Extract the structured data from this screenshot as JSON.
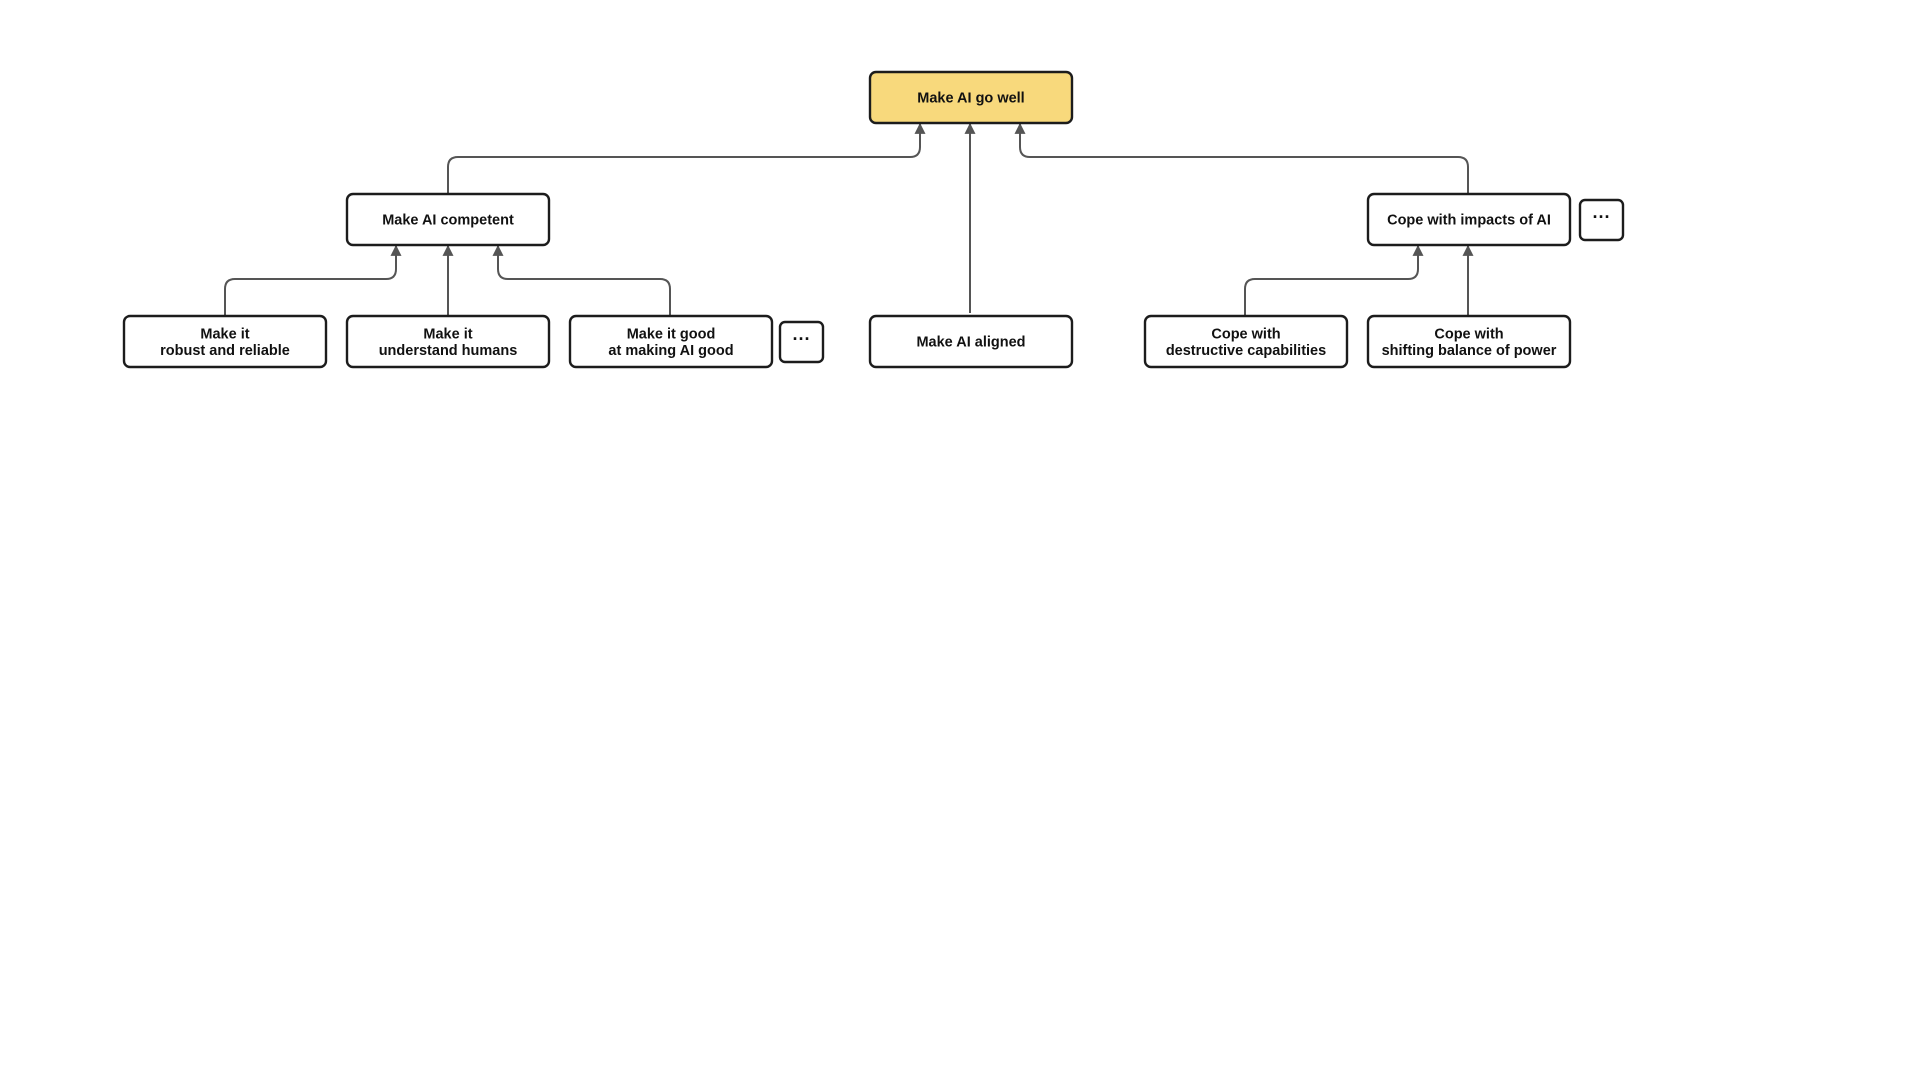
{
  "colors": {
    "background": "#ffffff",
    "root_fill": "#f8d97c",
    "node_fill": "#ffffff",
    "border": "#1c1c1c",
    "edge": "#555555",
    "text": "#111111"
  },
  "nodes": {
    "root": {
      "lines": [
        "Make AI go well"
      ]
    },
    "competent": {
      "lines": [
        "Make AI competent"
      ]
    },
    "aligned": {
      "lines": [
        "Make AI aligned"
      ]
    },
    "impacts": {
      "lines": [
        "Cope with impacts of AI"
      ]
    },
    "robust": {
      "lines": [
        "Make it",
        "robust and reliable"
      ]
    },
    "understand": {
      "lines": [
        "Make it",
        "understand humans"
      ]
    },
    "good": {
      "lines": [
        "Make it good",
        "at making AI good"
      ]
    },
    "destructive": {
      "lines": [
        "Cope with",
        "destructive capabilities"
      ]
    },
    "power": {
      "lines": [
        "Cope with",
        "shifting balance of power"
      ]
    }
  },
  "more_buttons": {
    "competent_children": {
      "label": "···"
    },
    "impacts_more": {
      "label": "···"
    }
  }
}
